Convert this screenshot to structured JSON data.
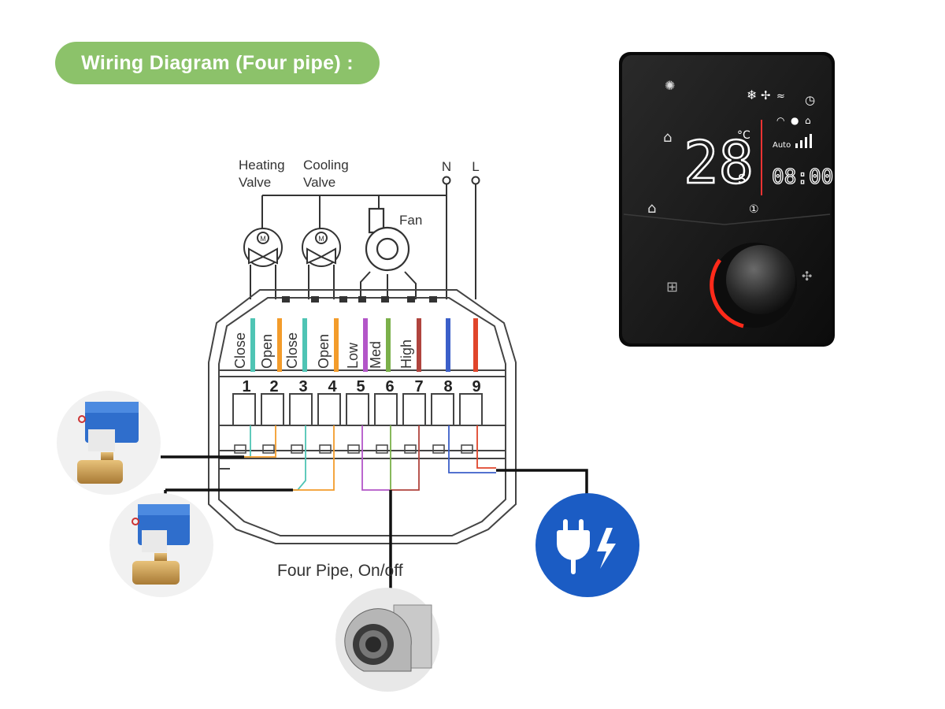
{
  "title": "Wiring Diagram (Four pipe) :",
  "labels": {
    "heating_valve_1": "Heating",
    "heating_valve_2": "Valve",
    "cooling_valve_1": "Cooling",
    "cooling_valve_2": "Valve",
    "neutral": "N",
    "live": "L",
    "fan": "Fan",
    "motor": "M",
    "caption": "Four Pipe, On/off"
  },
  "terminals": [
    {
      "number": "1",
      "label": "Close",
      "color": "#4fc4b4"
    },
    {
      "number": "2",
      "label": "Open",
      "color": "#f39c2b"
    },
    {
      "number": "3",
      "label": "Close",
      "color": "#4fc4b4"
    },
    {
      "number": "4",
      "label": "Open",
      "color": "#f39c2b"
    },
    {
      "number": "5",
      "label": "Low",
      "color": "#b356c8"
    },
    {
      "number": "6",
      "label": "Med",
      "color": "#7bb04a"
    },
    {
      "number": "7",
      "label": "High",
      "color": "#b0443e"
    },
    {
      "number": "8",
      "label": "",
      "color": "#3b5fc9"
    },
    {
      "number": "9",
      "label": "",
      "color": "#e0452b"
    }
  ],
  "thermostat": {
    "temperature": "28",
    "unit": "°C",
    "suffix": "s",
    "mode": "Auto",
    "time": "08:00"
  },
  "colors": {
    "title_bg": "#8cc26a",
    "plug_bg": "#1b5cc4",
    "device_body": "#141414",
    "knob_glow": "#ff2a1a"
  }
}
